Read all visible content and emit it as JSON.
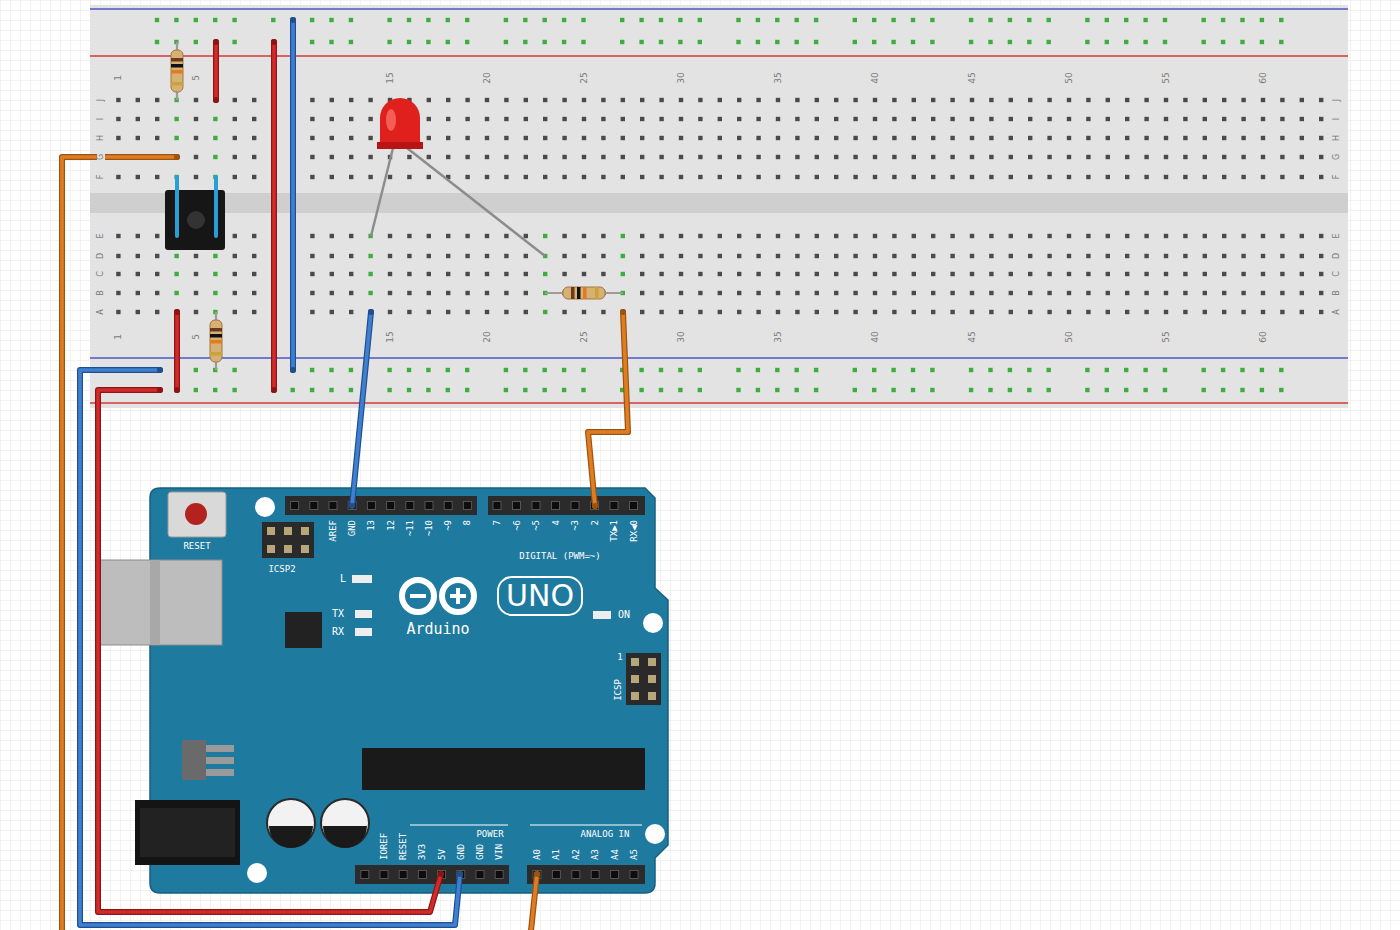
{
  "diagram": {
    "labels": [
      "1",
      "5",
      "15",
      "20",
      "25",
      "30",
      "35",
      "40",
      "45",
      "50",
      "55",
      "60",
      "1",
      "5",
      "15",
      "20",
      "25",
      "30",
      "35",
      "40",
      "45",
      "50",
      "55",
      "60",
      "J",
      "I",
      "H",
      "G",
      "F",
      "E",
      "D",
      "C",
      "B",
      "A",
      "J",
      "I",
      "H",
      "G",
      "F",
      "E",
      "D",
      "C",
      "B",
      "A",
      "RESET",
      "ICSP2",
      "AREF",
      "GND",
      "13",
      "12",
      "~11",
      "~10",
      "~9",
      "8",
      "7",
      "~6",
      "~5",
      "4",
      "~3",
      "2",
      "TX▶1",
      "RX◀0",
      "DIGITAL (PWM=~)",
      "L",
      "TX",
      "RX",
      "UNO",
      "Arduino",
      "ON",
      "1",
      "ICSP",
      "POWER",
      "ANALOG IN",
      "IOREF",
      "RESET",
      "3V3",
      "5V",
      "GND",
      "GND",
      "VIN",
      "A0",
      "A1",
      "A2",
      "A3",
      "A4",
      "A5"
    ]
  }
}
